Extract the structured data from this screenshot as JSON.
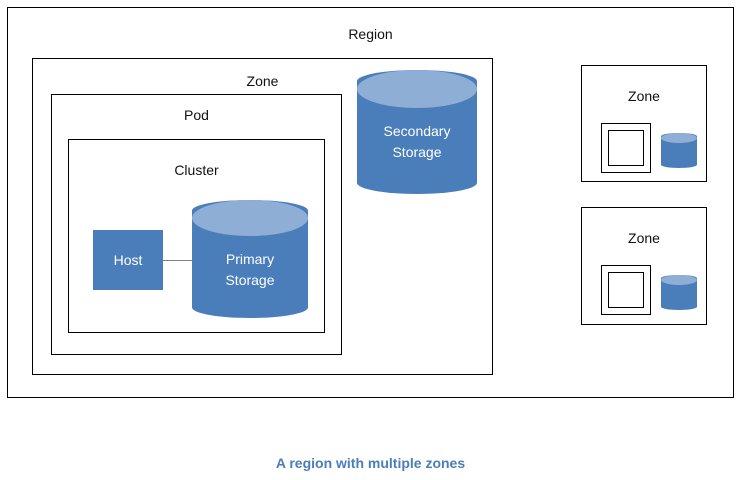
{
  "diagram": {
    "caption": "A region with multiple zones",
    "colors": {
      "cylinder_body": "#4a7ebb",
      "cylinder_top": "#8faed6",
      "host_fill": "#4a7ebb",
      "box_border": "#000000",
      "label_text": "#111111",
      "caption_text": "#4a7ebb",
      "connector": "#808080"
    },
    "region": {
      "label": "Region",
      "zone": {
        "label": "Zone",
        "pod": {
          "label": "Pod",
          "cluster": {
            "label": "Cluster",
            "host": {
              "label": "Host"
            },
            "primary_storage": {
              "line1": "Primary",
              "line2": "Storage"
            }
          }
        },
        "secondary_storage": {
          "line1": "Secondary",
          "line2": "Storage"
        }
      },
      "other_zones": [
        {
          "label": "Zone"
        },
        {
          "label": "Zone"
        }
      ]
    }
  }
}
